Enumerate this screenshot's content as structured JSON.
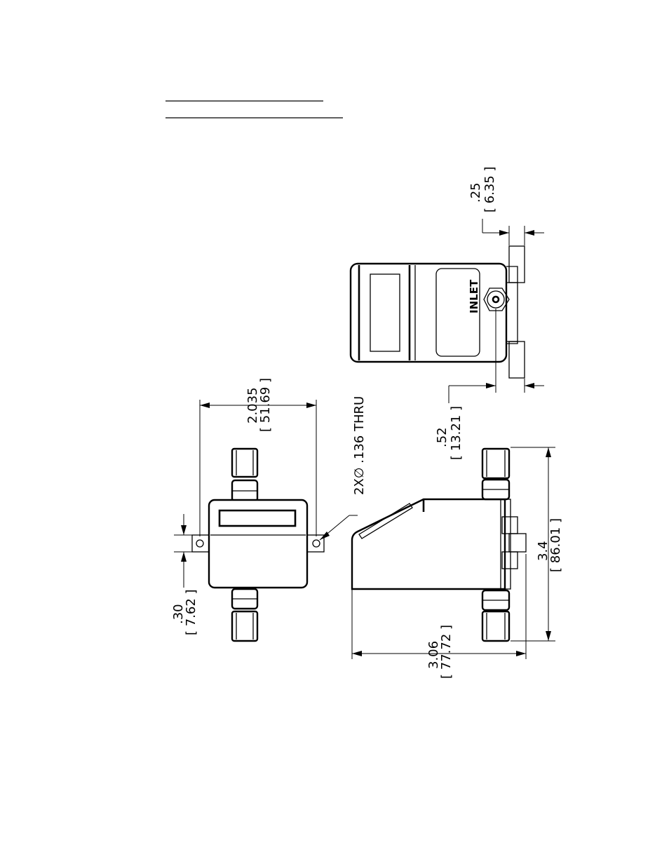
{
  "header_lines": 2,
  "top_view": {
    "inlet_label": "INLET",
    "dim_top": {
      "value": ".25",
      "metric": "[ 6.35 ]"
    },
    "dim_bottom": {
      "value": ".52",
      "metric": "[ 13.21 ]"
    }
  },
  "left_view": {
    "dim_width": {
      "value": "2.035",
      "metric": "[ 51.69 ]"
    },
    "dim_tab": {
      "value": ".30",
      "metric": "[ 7.62 ]"
    },
    "hole_callout": "2X∅ .136 THRU"
  },
  "side_view": {
    "dim_length": {
      "value": "3.4",
      "metric": "[ 86.01 ]"
    },
    "dim_height": {
      "value": "3.06",
      "metric": "[ 77.72 ]"
    }
  }
}
